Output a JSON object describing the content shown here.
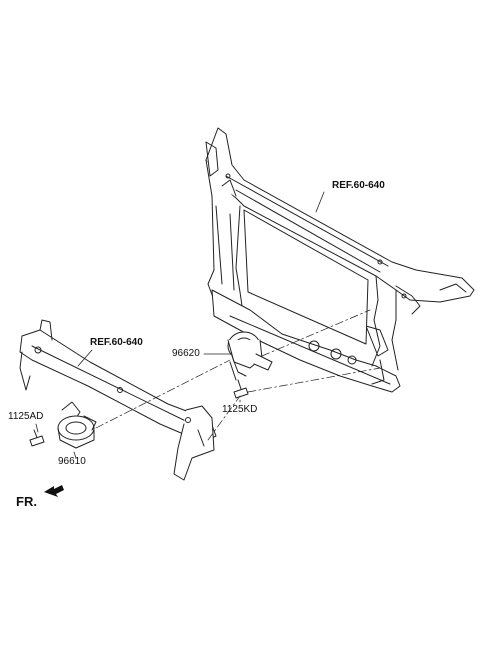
{
  "labels": {
    "ref_upper": "REF.60-640",
    "ref_lower": "REF.60-640",
    "p96620": "96620",
    "p1125kd": "1125KD",
    "p1125ad": "1125AD",
    "p96610": "96610",
    "front": "FR."
  }
}
